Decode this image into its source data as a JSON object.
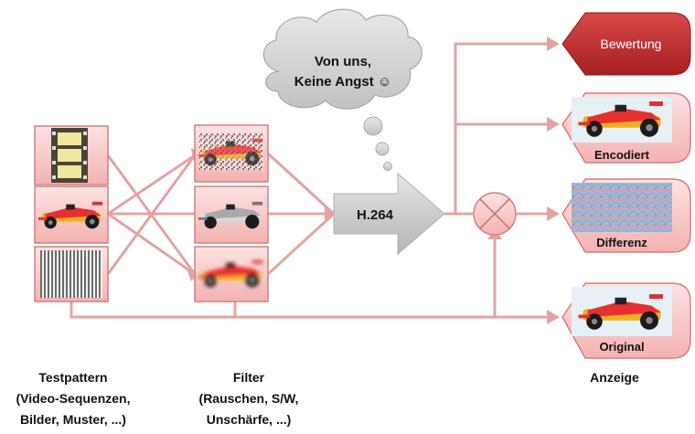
{
  "cloud": {
    "line1": "Von uns,",
    "line2": "Keine Angst ☺"
  },
  "encoder": {
    "label": "H.264"
  },
  "outputs": {
    "rating": "Bewertung",
    "encoded": "Encodiert",
    "difference": "Differenz",
    "original": "Original"
  },
  "columns": {
    "testpattern": {
      "title": "Testpattern",
      "line2": "(Video-Sequenzen,",
      "line3": "Bilder, Muster, ...)"
    },
    "filter": {
      "title": "Filter",
      "line2": "(Rauschen, S/W,",
      "line3": "Unschärfe, ...)"
    },
    "display": {
      "title": "Anzeige"
    }
  },
  "colors": {
    "connector": "#e3a3a3",
    "box_fill": "#f7c8c8",
    "box_stroke": "#d08080",
    "rating_fill": "#b8292a",
    "cloud_fill": "#d4d4d4",
    "arrow_fill": "#c8c8c8"
  }
}
